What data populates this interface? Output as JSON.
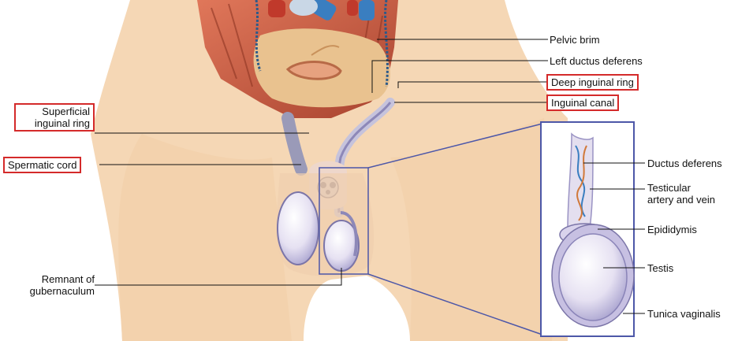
{
  "labels": {
    "pelvic_brim": "Pelvic brim",
    "left_ductus_deferens": "Left ductus deferens",
    "deep_inguinal_ring": "Deep inguinal ring",
    "inguinal_canal": "Inguinal canal",
    "superficial_inguinal_ring_1": "Superficial",
    "superficial_inguinal_ring_2": "inguinal ring",
    "spermatic_cord": "Spermatic cord",
    "remnant_1": "Remnant of",
    "remnant_2": "gubernaculum",
    "ductus_deferens": "Ductus deferens",
    "testicular_av_1": "Testicular",
    "testicular_av_2": "artery and vein",
    "epididymis": "Epididymis",
    "testis": "Testis",
    "tunica_vaginalis": "Tunica vaginalis"
  },
  "colors": {
    "skin": "#f5d7b5",
    "muscle": "#c8553d",
    "peritoneum": "#e9c28f",
    "testis": "#e7e2f3",
    "testis_outline": "#7b75a8",
    "vein": "#3a7ec0",
    "highlight_box": "#d42a2a",
    "zoom_box": "#4d57a8"
  }
}
